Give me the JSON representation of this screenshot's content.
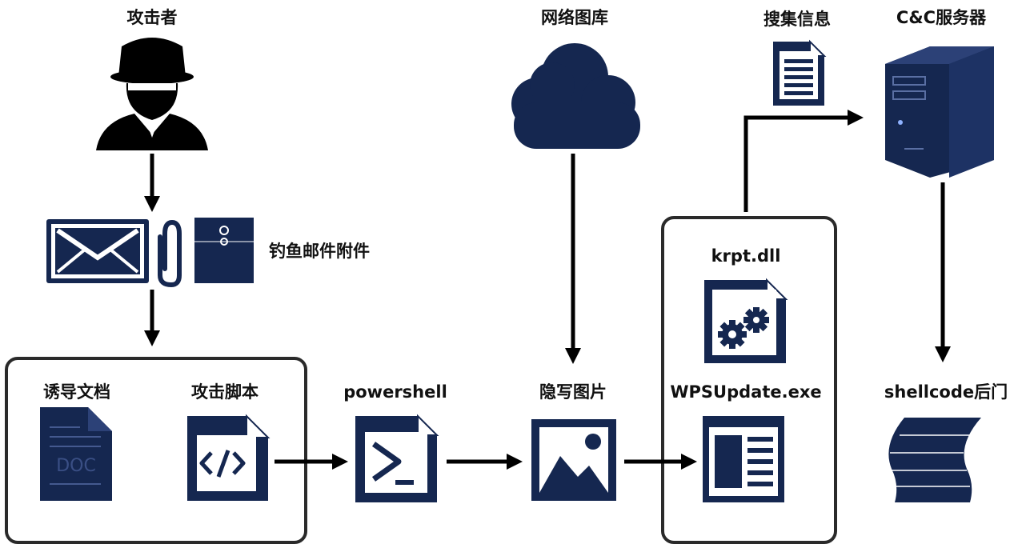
{
  "diagram": {
    "colors": {
      "navy": "#152750",
      "black": "#000000",
      "box_border": "#2a2a2a",
      "white": "#ffffff"
    },
    "labels": {
      "attacker": "攻击者",
      "phishing_attachment": "钓鱼邮件附件",
      "decoy_document": "诱导文档",
      "doc_text": "DOC",
      "attack_script": "攻击脚本",
      "powershell": "powershell",
      "network_gallery": "网络图库",
      "stego_image": "隐写图片",
      "krpt_dll": "krpt.dll",
      "wps_update": "WPSUpdate.exe",
      "collect_info": "搜集信息",
      "cc_server": "C&C服务器",
      "shellcode_backdoor": "shellcode后门"
    },
    "icons": [
      "attacker-icon",
      "envelope-icon",
      "paperclip-icon",
      "sealed-envelope-icon",
      "doc-file-icon",
      "code-file-icon",
      "powershell-icon",
      "cloud-icon",
      "image-icon",
      "dll-gear-file-icon",
      "window-app-icon",
      "text-document-icon",
      "server-tower-icon",
      "shellcode-ribbon-icon"
    ]
  }
}
